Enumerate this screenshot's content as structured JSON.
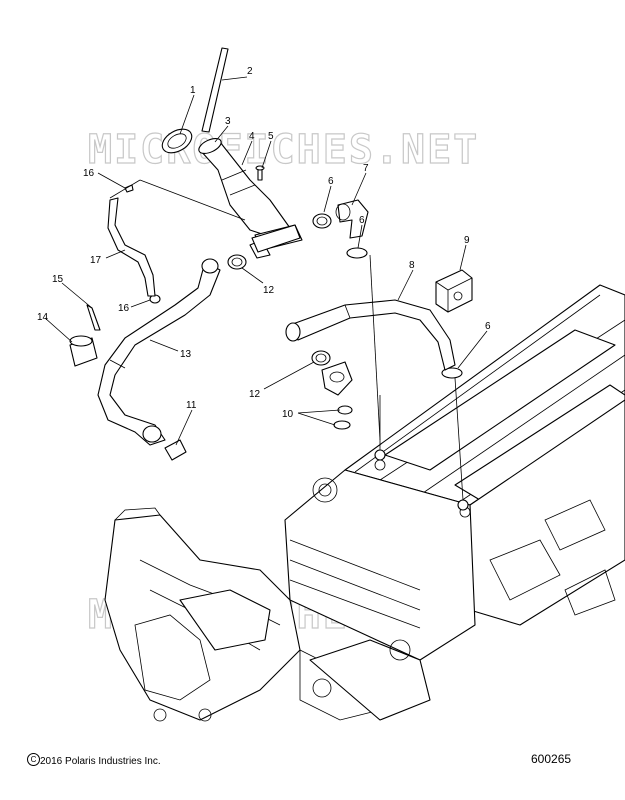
{
  "watermark": {
    "text": "MICROFICHES.NET"
  },
  "footer": {
    "copyright_symbol": "C",
    "copyright": "2016 Polaris Industries Inc.",
    "drawing_number": "600265"
  },
  "callouts": [
    {
      "id": "1",
      "label": "1"
    },
    {
      "id": "2",
      "label": "2"
    },
    {
      "id": "3",
      "label": "3"
    },
    {
      "id": "4",
      "label": "4"
    },
    {
      "id": "5",
      "label": "5"
    },
    {
      "id": "6a",
      "label": "6"
    },
    {
      "id": "6b",
      "label": "6"
    },
    {
      "id": "6c",
      "label": "6"
    },
    {
      "id": "7",
      "label": "7"
    },
    {
      "id": "8",
      "label": "8"
    },
    {
      "id": "9",
      "label": "9"
    },
    {
      "id": "10",
      "label": "10"
    },
    {
      "id": "11",
      "label": "11"
    },
    {
      "id": "12a",
      "label": "12"
    },
    {
      "id": "12b",
      "label": "12"
    },
    {
      "id": "13",
      "label": "13"
    },
    {
      "id": "14",
      "label": "14"
    },
    {
      "id": "15",
      "label": "15"
    },
    {
      "id": "16a",
      "label": "16"
    },
    {
      "id": "16b",
      "label": "16"
    },
    {
      "id": "17",
      "label": "17"
    }
  ]
}
